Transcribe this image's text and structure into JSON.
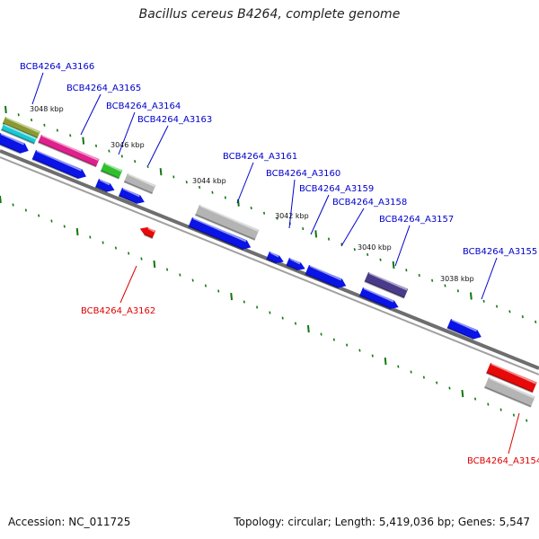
{
  "title": "Bacillus cereus B4264, complete genome",
  "accession": "Accession: NC_011725",
  "topology": "Topology: circular; Length: 5,419,036 bp; Genes: 5,547",
  "colors": {
    "forward_cds": "#0a14e6",
    "reverse_cds": "#e60a0a",
    "label_forward": "#0000cc",
    "label_reverse": "#dd0000",
    "tick": "#117711",
    "backbone": "#808080"
  },
  "scale_labels": [
    "3048 kbp",
    "3046 kbp",
    "3044 kbp",
    "3042 kbp",
    "3040 kbp",
    "3038 kbp"
  ],
  "gene_labels": [
    {
      "text": "BCB4264_A3166",
      "strand": "forward"
    },
    {
      "text": "BCB4264_A3165",
      "strand": "forward"
    },
    {
      "text": "BCB4264_A3164",
      "strand": "forward"
    },
    {
      "text": "BCB4264_A3163",
      "strand": "forward"
    },
    {
      "text": "BCB4264_A3161",
      "strand": "forward"
    },
    {
      "text": "BCB4264_A3160",
      "strand": "forward"
    },
    {
      "text": "BCB4264_A3159",
      "strand": "forward"
    },
    {
      "text": "BCB4264_A3158",
      "strand": "forward"
    },
    {
      "text": "BCB4264_A3157",
      "strand": "forward"
    },
    {
      "text": "BCB4264_A3155",
      "strand": "forward"
    },
    {
      "text": "BCB4264_A3162",
      "strand": "reverse"
    },
    {
      "text": "BCB4264_A3154",
      "strand": "reverse"
    }
  ]
}
